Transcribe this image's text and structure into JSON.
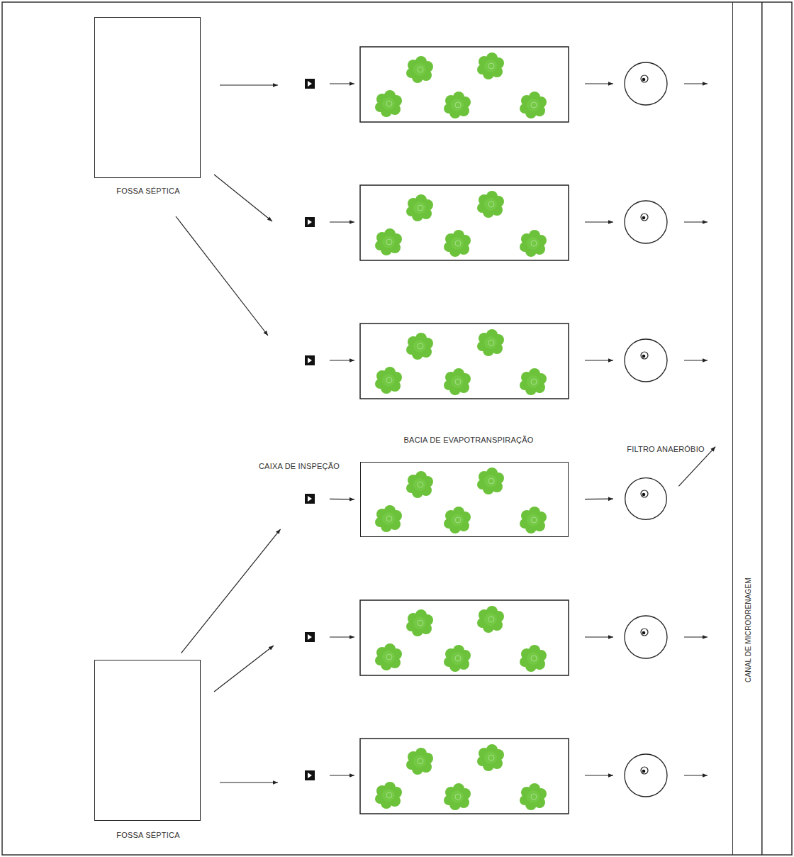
{
  "diagram": {
    "nodes": [
      {
        "text": [
          "FOSSA SÉPTICA"
        ]
      },
      {
        "text": [
          "CAIXA DE INSPEÇÃO"
        ]
      },
      {
        "text": [
          "BACIA DE EVAPOTRANSPIRAÇÃO"
        ]
      },
      {
        "text": [
          "FILTRO ANAERÓBIO"
        ]
      },
      {
        "text": [
          "FOSSA SÉPTICA"
        ]
      },
      {
        "text": [
          "CANAL DE MICRODRENAGEM"
        ]
      }
    ],
    "edges": [
      {
        "from": 4,
        "to": 1,
        "arrow": "to"
      },
      {
        "from": 1,
        "to": 2,
        "arrow": "to"
      },
      {
        "from": 2,
        "to": 3,
        "arrow": "to"
      },
      {
        "from": 3,
        "to": 5,
        "arrow": "to"
      }
    ]
  }
}
